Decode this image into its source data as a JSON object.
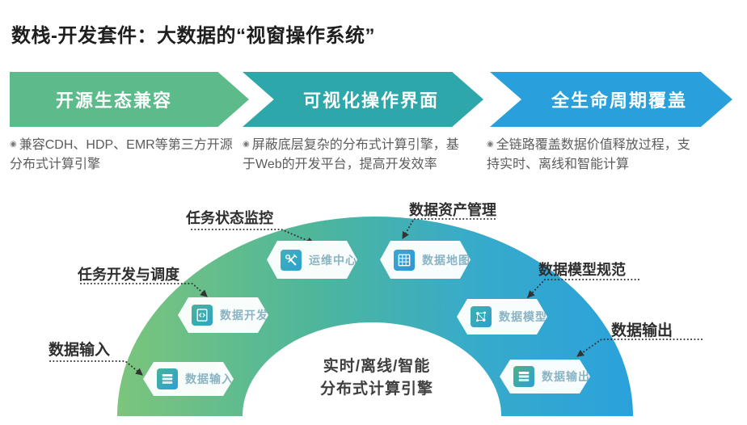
{
  "title": "数栈-开发套件：大数据的“视窗操作系统”",
  "banners": [
    {
      "label": "开源生态兼容",
      "color": "#5cba8b",
      "bullet": "◉",
      "desc": "兼容CDH、HDP、EMR等第三方开源分布式计算引擎"
    },
    {
      "label": "可视化操作界面",
      "color": "#2da7a9",
      "bullet": "◉",
      "desc": "屏蔽底层复杂的分布式计算引擎，基于Web的开发平台，提高开发效率"
    },
    {
      "label": "全生命周期覆盖",
      "color": "#29a0db",
      "bullet": "◉",
      "desc": "全链路覆盖数据价值释放过程，支持实时、离线和智能计算"
    }
  ],
  "arch": {
    "gradient_colors": [
      "#7cc57c",
      "#4eb69b",
      "#2ba1dc"
    ],
    "center_line1": "实时/离线/智能",
    "center_line2": "分布式计算引擎",
    "nodes": [
      {
        "label": "运维中心",
        "icon": "tools-icon"
      },
      {
        "label": "数据地图",
        "icon": "grid-icon"
      },
      {
        "label": "数据开发",
        "icon": "code-icon"
      },
      {
        "label": "数据模型",
        "icon": "network-icon"
      },
      {
        "label": "数据输入",
        "icon": "layers-icon"
      },
      {
        "label": "数据输出",
        "icon": "layers-icon"
      }
    ],
    "labels": [
      "任务状态监控",
      "数据资产管理",
      "任务开发与调度",
      "数据模型规范",
      "数据输入",
      "数据输出"
    ]
  }
}
